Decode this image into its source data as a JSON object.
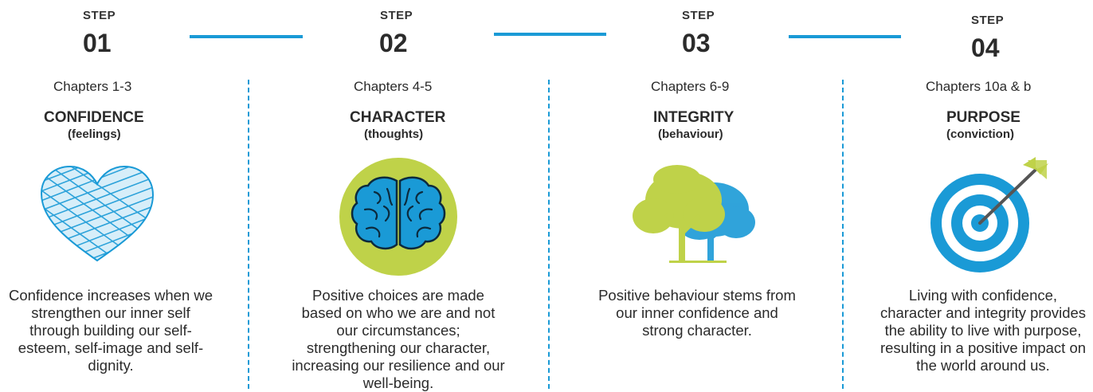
{
  "steps": [
    {
      "step_label": "STEP",
      "step_number": "01",
      "chapters": "Chapters 1-3",
      "title": "CONFIDENCE",
      "subtitle": "(feelings)",
      "icon": "heart-icon",
      "description": "Confidence increases when we strengthen our inner self through building our self-esteem, self-image and self-dignity."
    },
    {
      "step_label": "STEP",
      "step_number": "02",
      "chapters": "Chapters 4-5",
      "title": "CHARACTER",
      "subtitle": "(thoughts)",
      "icon": "brain-icon",
      "description": "Positive choices are made based on who we are and not our circumstances; strengthening our character, increasing our resilience and our well-being."
    },
    {
      "step_label": "STEP",
      "step_number": "03",
      "chapters": "Chapters 6-9",
      "title": "INTEGRITY",
      "subtitle": "(behaviour)",
      "icon": "trees-icon",
      "description": "Positive behaviour stems from our inner confidence and strong character."
    },
    {
      "step_label": "STEP",
      "step_number": "04",
      "chapters": "Chapters 10a & b",
      "title": "PURPOSE",
      "subtitle": "(conviction)",
      "icon": "target-icon",
      "description": "Living with confidence, character and integrity provides the ability to live with purpose, resulting in a positive impact on the world around us."
    }
  ],
  "colors": {
    "accent_blue": "#1a9ad6",
    "accent_green": "#bfd249",
    "text": "#2b2b2b"
  }
}
